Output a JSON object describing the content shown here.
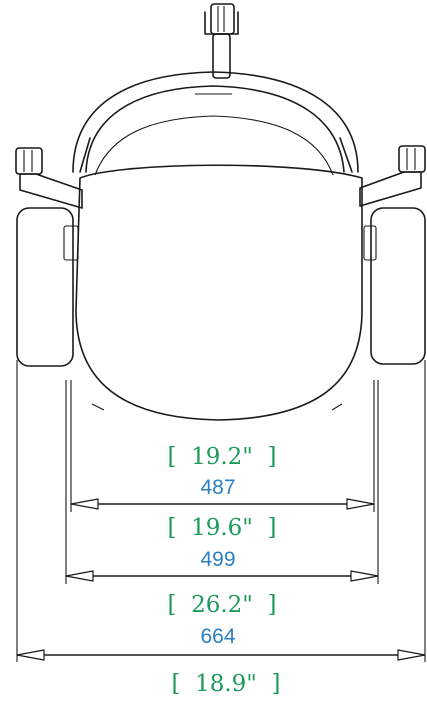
{
  "dimensions": [
    {
      "inch_label": "[  19.2\"  ]",
      "mm_label": "487"
    },
    {
      "inch_label": "[  19.6\"  ]",
      "mm_label": "499"
    },
    {
      "inch_label": "[  26.2\"  ]",
      "mm_label": "664"
    },
    {
      "inch_label": "[  18.9\"  ]",
      "mm_label": ""
    }
  ],
  "colors": {
    "inch_text": "#1e9a5a",
    "mm_text": "#2a7fc1",
    "outline": "#1a1a1a"
  }
}
